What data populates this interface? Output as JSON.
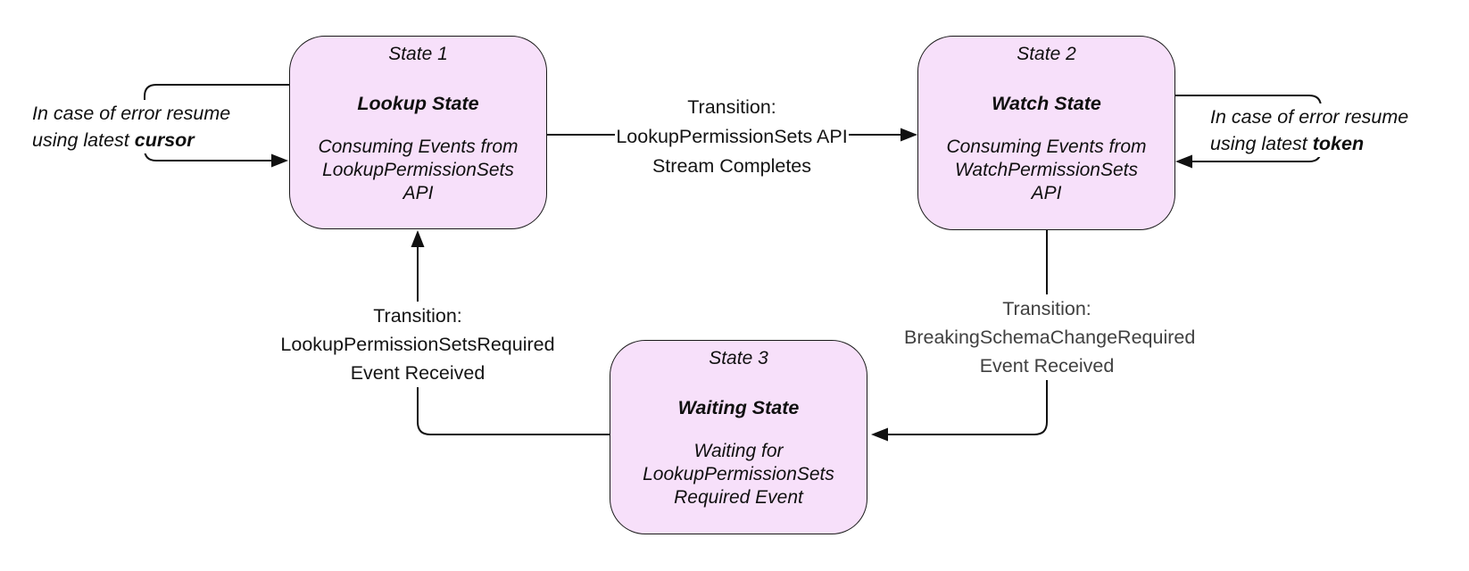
{
  "colors": {
    "box_fill": "#f7e0fa",
    "box_border": "#1a1a1a",
    "line_color": "#111111",
    "text_black": "#141414",
    "text_gray": "#404040",
    "canvas_bg": "#ffffff"
  },
  "states": [
    {
      "label": "State 1",
      "name": "Lookup State",
      "desc_lines": [
        "Consuming Events from",
        "LookupPermissionSets",
        "API"
      ]
    },
    {
      "label": "State 2",
      "name": "Watch State",
      "desc_lines": [
        "Consuming Events from",
        "WatchPermissionSets",
        "API"
      ]
    },
    {
      "label": "State 3",
      "name": "Waiting State",
      "desc_lines": [
        "Waiting for",
        "LookupPermissionSets",
        "Required Event"
      ]
    }
  ],
  "transitions": [
    {
      "from": "State 1",
      "to": "State 2",
      "lines": [
        "Transition:",
        "LookupPermissionSets API",
        "Stream Completes"
      ]
    },
    {
      "from": "State 2",
      "to": "State 3",
      "lines": [
        "Transition:",
        "BreakingSchemaChangeRequired",
        "Event Received"
      ]
    },
    {
      "from": "State 3",
      "to": "State 1",
      "lines": [
        "Transition:",
        "LookupPermissionSetsRequired",
        "Event Received"
      ]
    }
  ],
  "error_loops": [
    {
      "state": "State 1",
      "line1": "In case of error resume",
      "line2_prefix": "using latest ",
      "keyword": "cursor"
    },
    {
      "state": "State 2",
      "line1": "In case of error resume",
      "line2_prefix": "using latest ",
      "keyword": "token"
    }
  ]
}
